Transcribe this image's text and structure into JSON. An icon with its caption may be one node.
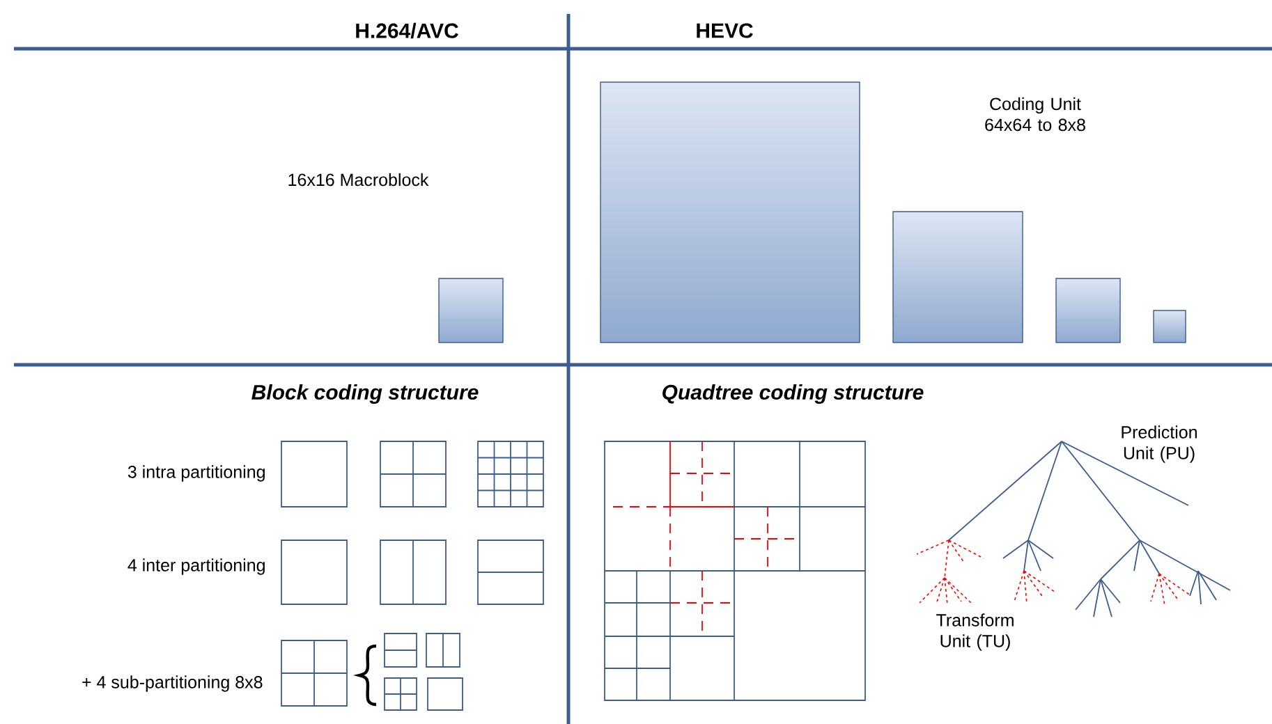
{
  "diagram": {
    "labels": [
      "H.264/AVC",
      "HEVC",
      "16x16 Macroblock",
      "Coding Unit 64x64 to 8x8",
      "Block coding structure",
      "Quadtree coding structure",
      "3 intra partitioning",
      "4 inter partitioning",
      "+ 4 sub-partitioning 8x8",
      "Prediction Unit (PU)",
      "Transform Unit (TU)"
    ]
  }
}
